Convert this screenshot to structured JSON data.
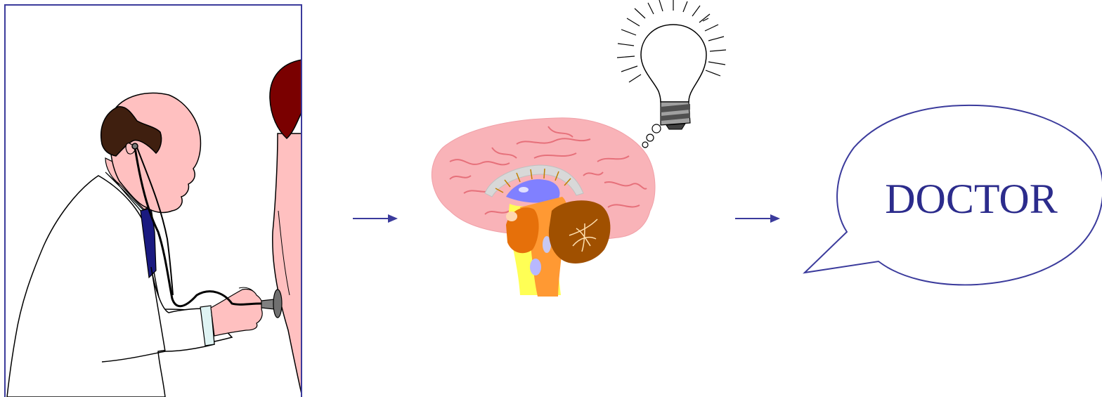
{
  "diagram": {
    "speech_bubble": {
      "text": "DOCTOR"
    },
    "colors": {
      "frame": "#3b3b9c",
      "arrow": "#3b3b9c",
      "speech_text": "#2c2c8c",
      "skin": "#ffc0c0",
      "hair": "#3f1f0f",
      "tie": "#1a1a80",
      "coat": "#ffffff",
      "cuff": "#dff4f4",
      "patient_hair": "#7a0000",
      "brain_cortex": "#f9b3b8",
      "brain_folds": "#e6707a",
      "ventricle": "#8080ff",
      "thalamus": "#e6700a",
      "brainstem": "#ff9933",
      "spinal_sheath": "#ffff55",
      "cerebellum": "#a05000",
      "bulb_metal": "#909090"
    },
    "icons": [
      "doctor-illustration",
      "patient-illustration",
      "stethoscope-icon",
      "arrow-right-icon",
      "brain-icon",
      "lightbulb-icon",
      "thought-bubbles-icon",
      "speech-bubble-icon"
    ]
  }
}
